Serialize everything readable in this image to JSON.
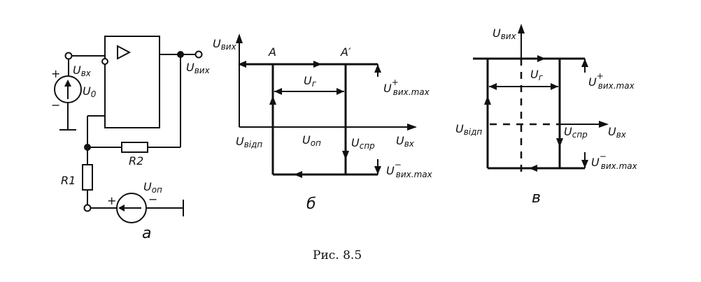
{
  "caption": "Рис. 8.5",
  "circuit": {
    "u_in": "U",
    "u_in_sub": "вх",
    "u0": "U",
    "u0_sub": "0",
    "plus": "+",
    "minus": "−",
    "u_out": "U",
    "u_out_sub": "вих",
    "r1": "R1",
    "r2": "R2",
    "u_ref": "U",
    "u_ref_sub": "оп",
    "src_plus": "+",
    "src_minus": "−",
    "panel": "а"
  },
  "graph_b": {
    "y_axis": "U",
    "y_axis_sub": "вих",
    "x_axis": "U",
    "x_axis_sub": "вх",
    "point_a": "A",
    "point_a2": "A′",
    "hyst": "U",
    "hyst_sub": "г",
    "u_max_plus": "U",
    "u_max_plus_sup": "+",
    "u_max_plus_sub": "вих.max",
    "u_max_minus": "U",
    "u_max_minus_sup": "−",
    "u_max_minus_sub": "вих.max",
    "u_off": "U",
    "u_off_sub": "відп",
    "u_ref": "U",
    "u_ref_sub": "оп",
    "u_trip": "U",
    "u_trip_sub": "спр",
    "panel": "б"
  },
  "graph_v": {
    "y_axis": "U",
    "y_axis_sub": "вих",
    "x_axis": "U",
    "x_axis_sub": "вх",
    "hyst": "U",
    "hyst_sub": "г",
    "u_max_plus": "U",
    "u_max_plus_sup": "+",
    "u_max_plus_sub": "вих.max",
    "u_max_minus": "U",
    "u_max_minus_sup": "−",
    "u_max_minus_sub": "вих.max",
    "u_off": "U",
    "u_off_sub": "відп",
    "u_trip": "U",
    "u_trip_sub": "спр",
    "panel": "в"
  }
}
